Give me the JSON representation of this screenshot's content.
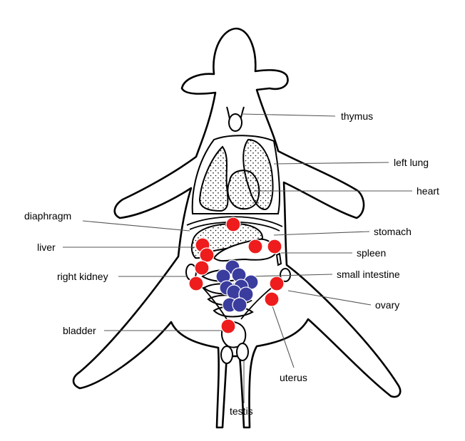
{
  "labels": {
    "thymus": "thymus",
    "left_lung": "left lung",
    "heart": "heart",
    "diaphragm": "diaphragm",
    "stomach": "stomach",
    "liver": "liver",
    "spleen": "spleen",
    "right_kidney": "right kidney",
    "small_intestine": "small intestine",
    "ovary": "ovary",
    "bladder": "bladder",
    "uterus": "uterus",
    "testis": "testis"
  },
  "colors": {
    "red_marker": "#ee1c1c",
    "blue_marker": "#3a3c9e",
    "outline": "#000000",
    "leader_line": "#555555"
  }
}
